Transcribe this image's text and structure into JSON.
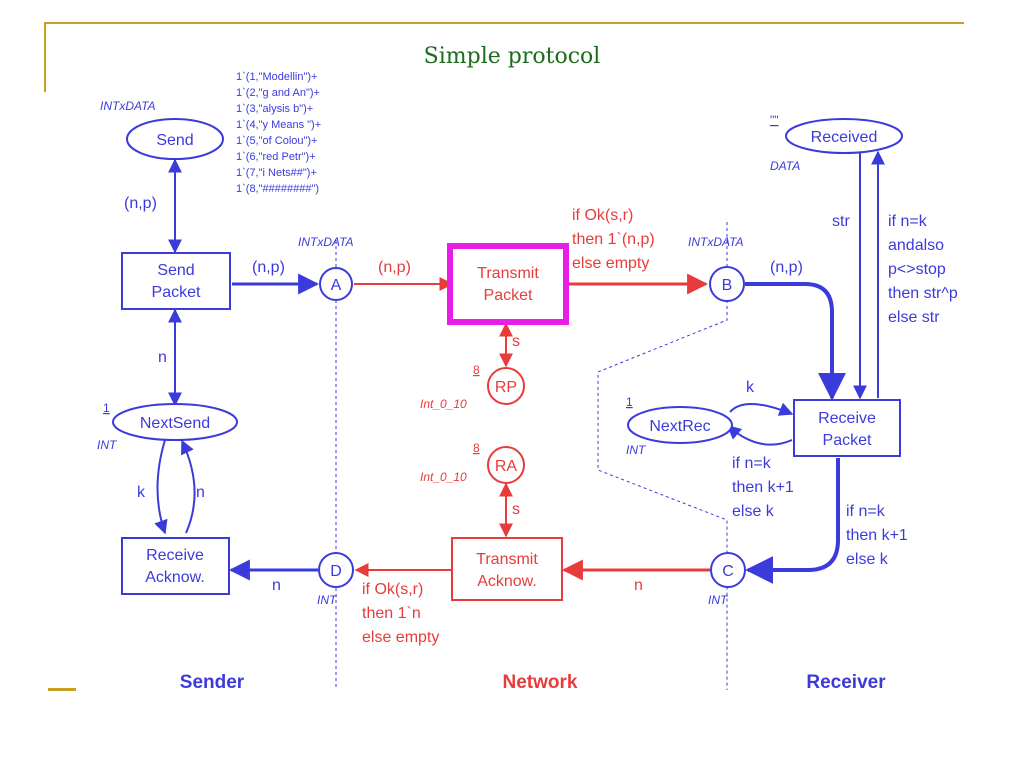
{
  "title": "Simple protocol",
  "colors": {
    "blue": "#3b3bdc",
    "red": "#e83b3b",
    "magenta": "#e61ee6",
    "gold": "#c8a020",
    "title_green": "#1e6b1e"
  },
  "places": {
    "send": {
      "name": "Send",
      "type": "INTxDATA",
      "marking": [
        "1`(1,\"Modellin\")+",
        "1`(2,\"g and An\")+",
        "1`(3,\"alysis b\")+",
        "1`(4,\"y Means \")+",
        "1`(5,\"of Colou\")+",
        "1`(6,\"red Petr\")+",
        "1`(7,\"i Nets##\")+",
        "1`(8,\"########\")"
      ]
    },
    "next_send": {
      "name": "NextSend",
      "type": "INT",
      "marking": "1"
    },
    "a": {
      "name": "A",
      "type": "INTxDATA"
    },
    "b": {
      "name": "B",
      "type": "INTxDATA"
    },
    "c": {
      "name": "C",
      "type": "INT"
    },
    "d": {
      "name": "D",
      "type": "INT"
    },
    "rp": {
      "name": "RP",
      "type": "Int_0_10",
      "marking": "8"
    },
    "ra": {
      "name": "RA",
      "type": "Int_0_10",
      "marking": "8"
    },
    "received": {
      "name": "Received",
      "type": "DATA",
      "marking": "\"\""
    },
    "next_rec": {
      "name": "NextRec",
      "type": "INT",
      "marking": "1"
    }
  },
  "transitions": {
    "send_packet": {
      "line1": "Send",
      "line2": "Packet"
    },
    "transmit_packet": {
      "line1": "Transmit",
      "line2": "Packet"
    },
    "receive_packet": {
      "line1": "Receive",
      "line2": "Packet"
    },
    "transmit_acknow": {
      "line1": "Transmit",
      "line2": "Acknow."
    },
    "receive_acknow": {
      "line1": "Receive",
      "line2": "Acknow."
    }
  },
  "arcs": {
    "send_sendpacket": "(n,p)",
    "sendpacket_a": "(n,p)",
    "a_transmitpacket": "(n,p)",
    "transmitpacket_b": [
      "if Ok(s,r)",
      "then 1`(n,p)",
      "else empty"
    ],
    "b_receivepacket": "(n,p)",
    "sendpacket_nextsend": "n",
    "nextsend_receiveack_k": "k",
    "nextsend_receiveack_n": "n",
    "rp_s": "s",
    "ra_s": "s",
    "received_str": "str",
    "received_update": [
      "if n=k",
      "andalso",
      "p<>stop",
      "then str^p",
      "else str"
    ],
    "nextrec_k": "k",
    "nextrec_update": [
      "if n=k",
      "then k+1",
      "else k"
    ],
    "receivepacket_c": [
      "if n=k",
      "then k+1",
      "else k"
    ],
    "c_transmitack": "n",
    "transmitack_d": [
      "if Ok(s,r)",
      "then 1`n",
      "else empty"
    ],
    "d_receiveack": "n"
  },
  "sections": {
    "sender": "Sender",
    "network": "Network",
    "receiver": "Receiver"
  }
}
